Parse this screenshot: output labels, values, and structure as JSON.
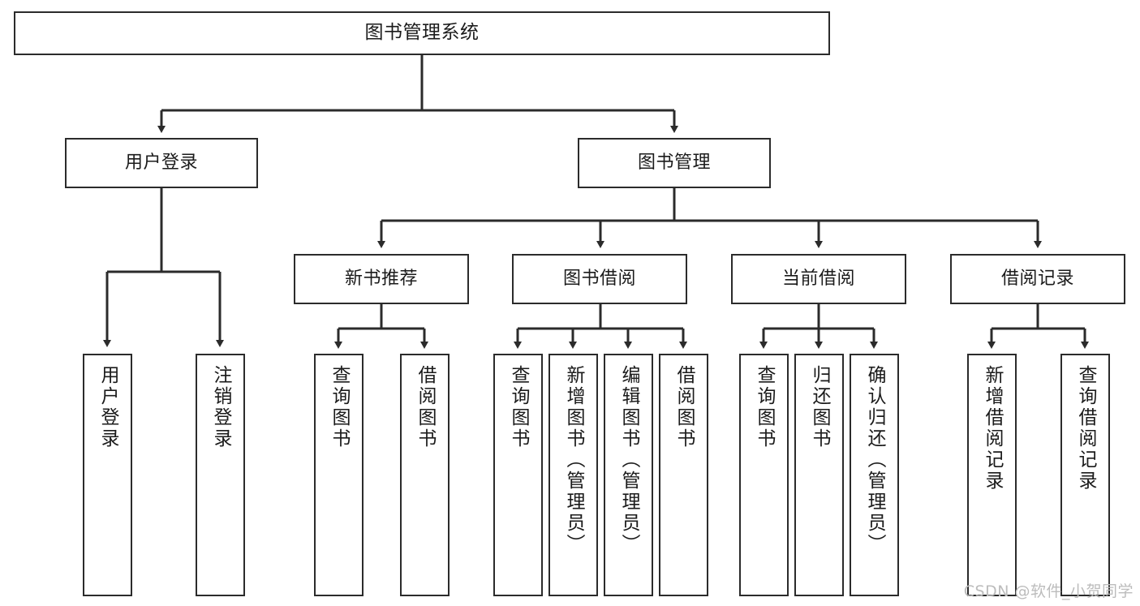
{
  "diagram": {
    "title": "图书管理系统",
    "type": "tree-hierarchy-chart",
    "nodes": {
      "root": {
        "label": "图书管理系统"
      },
      "level2": [
        {
          "id": "user-login",
          "label": "用户登录"
        },
        {
          "id": "book-manage",
          "label": "图书管理"
        }
      ],
      "level3": [
        {
          "id": "new-book-recommend",
          "label": "新书推荐"
        },
        {
          "id": "book-borrow",
          "label": "图书借阅"
        },
        {
          "id": "current-borrow",
          "label": "当前借阅"
        },
        {
          "id": "borrow-record",
          "label": "借阅记录"
        }
      ],
      "leaves": [
        {
          "id": "leaf-user-login",
          "label": "用户登录",
          "parent": "user-login"
        },
        {
          "id": "leaf-logout-login",
          "label": "注销登录",
          "parent": "user-login"
        },
        {
          "id": "leaf-query-book-1",
          "label": "查询图书",
          "parent": "new-book-recommend"
        },
        {
          "id": "leaf-borrow-book-1",
          "label": "借阅图书",
          "parent": "new-book-recommend"
        },
        {
          "id": "leaf-query-book-2",
          "label": "查询图书",
          "parent": "book-borrow"
        },
        {
          "id": "leaf-add-book",
          "label": "新增图书（管理员）",
          "parent": "book-borrow"
        },
        {
          "id": "leaf-edit-book",
          "label": "编辑图书（管理员）",
          "parent": "book-borrow"
        },
        {
          "id": "leaf-borrow-book-2",
          "label": "借阅图书",
          "parent": "book-borrow"
        },
        {
          "id": "leaf-query-book-3",
          "label": "查询图书",
          "parent": "current-borrow"
        },
        {
          "id": "leaf-return-book",
          "label": "归还图书",
          "parent": "current-borrow"
        },
        {
          "id": "leaf-confirm-return",
          "label": "确认归还（管理员）",
          "parent": "current-borrow"
        },
        {
          "id": "leaf-add-record",
          "label": "新增借阅记录",
          "parent": "borrow-record"
        },
        {
          "id": "leaf-query-record",
          "label": "查询借阅记录",
          "parent": "borrow-record"
        }
      ]
    },
    "colors": {
      "box_border": "#2b2b2b",
      "box_fill": "#ffffff",
      "connector": "#2b2b2b",
      "text": "#1b1b1b",
      "watermark": "#bcbcbc"
    }
  },
  "watermark": {
    "text": "CSDN @软件_小贺同学"
  }
}
